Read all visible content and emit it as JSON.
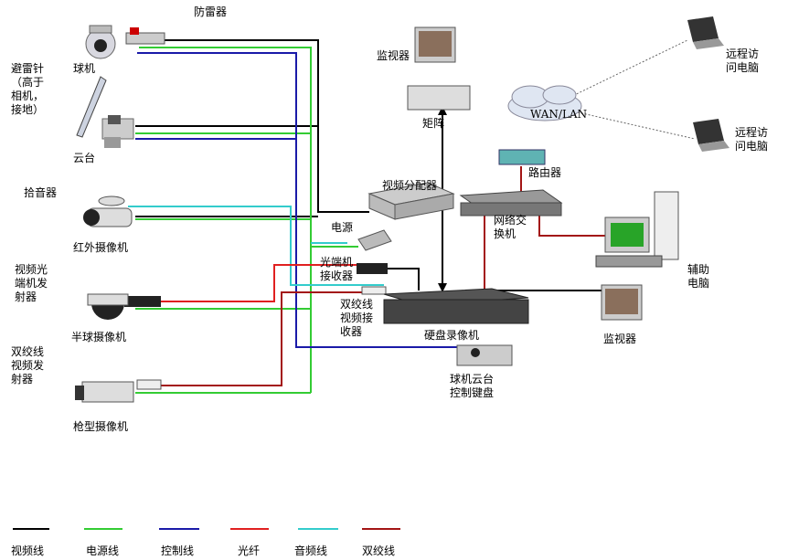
{
  "devices": {
    "surge": "防雷器",
    "lightning_rod": "避雷针\n（高于\n相机，\n接地）",
    "dome_camera": "球机",
    "ptz_head": "云台",
    "pickup": "拾音器",
    "ir_camera": "红外摄像机",
    "fiber_tx": "视频光\n端机发\n射器",
    "half_dome": "半球摄像机",
    "twisted_tx": "双绞线\n视频发\n射器",
    "gun_camera": "枪型摄像机",
    "monitor_top": "监视器",
    "matrix": "矩阵",
    "splitter": "视频分配器",
    "power": "电源",
    "fiber_rx": "光端机\n接收器",
    "twisted_rx": "双绞线\n视频接\n收器",
    "dvr": "硬盘录像机",
    "keyboard": "球机云台\n控制键盘",
    "switch": "网络交\n换机",
    "router": "路由器",
    "wan": "WAN/LAN",
    "remote1": "远程访\n问电脑",
    "remote2": "远程访\n问电脑",
    "aux_pc": "辅助\n电脑",
    "monitor_right": "监视器"
  },
  "legend": [
    {
      "label": "视频线",
      "color": "#000000"
    },
    {
      "label": "电源线",
      "color": "#33cc33"
    },
    {
      "label": "控制线",
      "color": "#1a1aa8"
    },
    {
      "label": "光纤",
      "color": "#e02020"
    },
    {
      "label": "音频线",
      "color": "#33cccc"
    },
    {
      "label": "双绞线",
      "color": "#a31515"
    }
  ],
  "colors": {
    "video": "#000000",
    "power": "#33cc33",
    "control": "#1a1aa8",
    "fiber": "#e02020",
    "audio": "#33cccc",
    "twisted": "#a31515"
  }
}
